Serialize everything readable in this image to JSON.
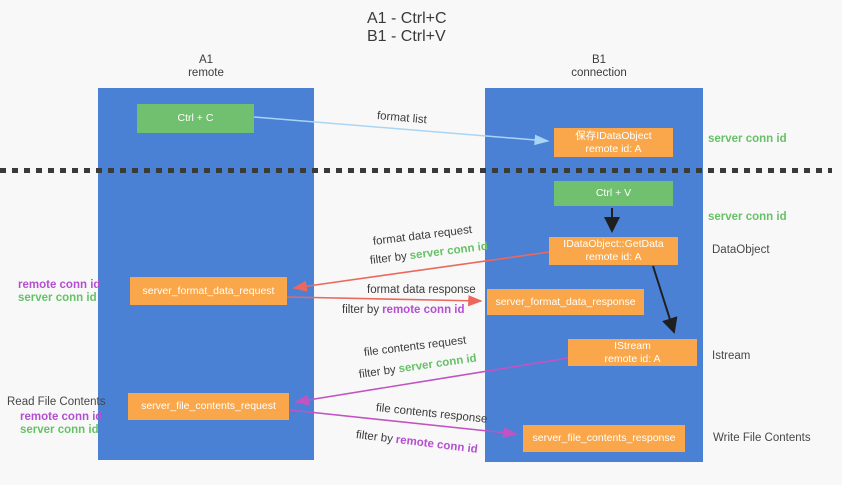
{
  "title": {
    "line1": "A1 - Ctrl+C",
    "line2": "B1 - Ctrl+V"
  },
  "columns": {
    "left": {
      "name": "A1",
      "role": "remote"
    },
    "right": {
      "name": "B1",
      "role": "connection"
    }
  },
  "nodes": {
    "ctrl_c": "Ctrl + C",
    "ctrl_v": "Ctrl + V",
    "save_idataobject": {
      "line1": "保存IDataObject",
      "line2": "remote id: A"
    },
    "getdata": {
      "line1": "IDataObject::GetData",
      "line2": "remote id: A"
    },
    "istream": {
      "line1": "IStream",
      "line2": "remote id: A"
    },
    "format_request": "server_format_data_request",
    "format_response": "server_format_data_response",
    "file_request": "server_file_contents_request",
    "file_response": "server_file_contents_response"
  },
  "labels": {
    "format_list": "format list",
    "format_data_request": "format data request",
    "format_data_response": "format data response",
    "file_contents_request": "file contents request",
    "file_contents_response": "file contents response",
    "filter_by": "filter by",
    "server_conn_id": "server conn id",
    "remote_conn_id": "remote conn id"
  },
  "side": {
    "server_conn_id_right_1": "server conn id",
    "server_conn_id_right_2": "server conn id",
    "dataobject": "DataObject",
    "istream": "Istream",
    "write_file_contents": "Write File Contents",
    "read_file_contents": "Read File Contents",
    "remote_conn_id_left_1": "remote conn id",
    "server_conn_id_left_1": "server conn id",
    "remote_conn_id_left_2": "remote conn id",
    "server_conn_id_left_2": "server conn id"
  },
  "colors": {
    "background": "#f8f8f8",
    "lifeline_blue": "#4a81d4",
    "box_green": "#70c070",
    "box_orange": "#f9a74a",
    "text_green": "#67c167",
    "text_magenta": "#b44fd2",
    "arrow_blue": "#a9d5f4",
    "arrow_red": "#ec685c",
    "arrow_magenta": "#c253c2",
    "arrow_black": "#1f1f1f",
    "dotted_line": "#3a3a3a"
  }
}
